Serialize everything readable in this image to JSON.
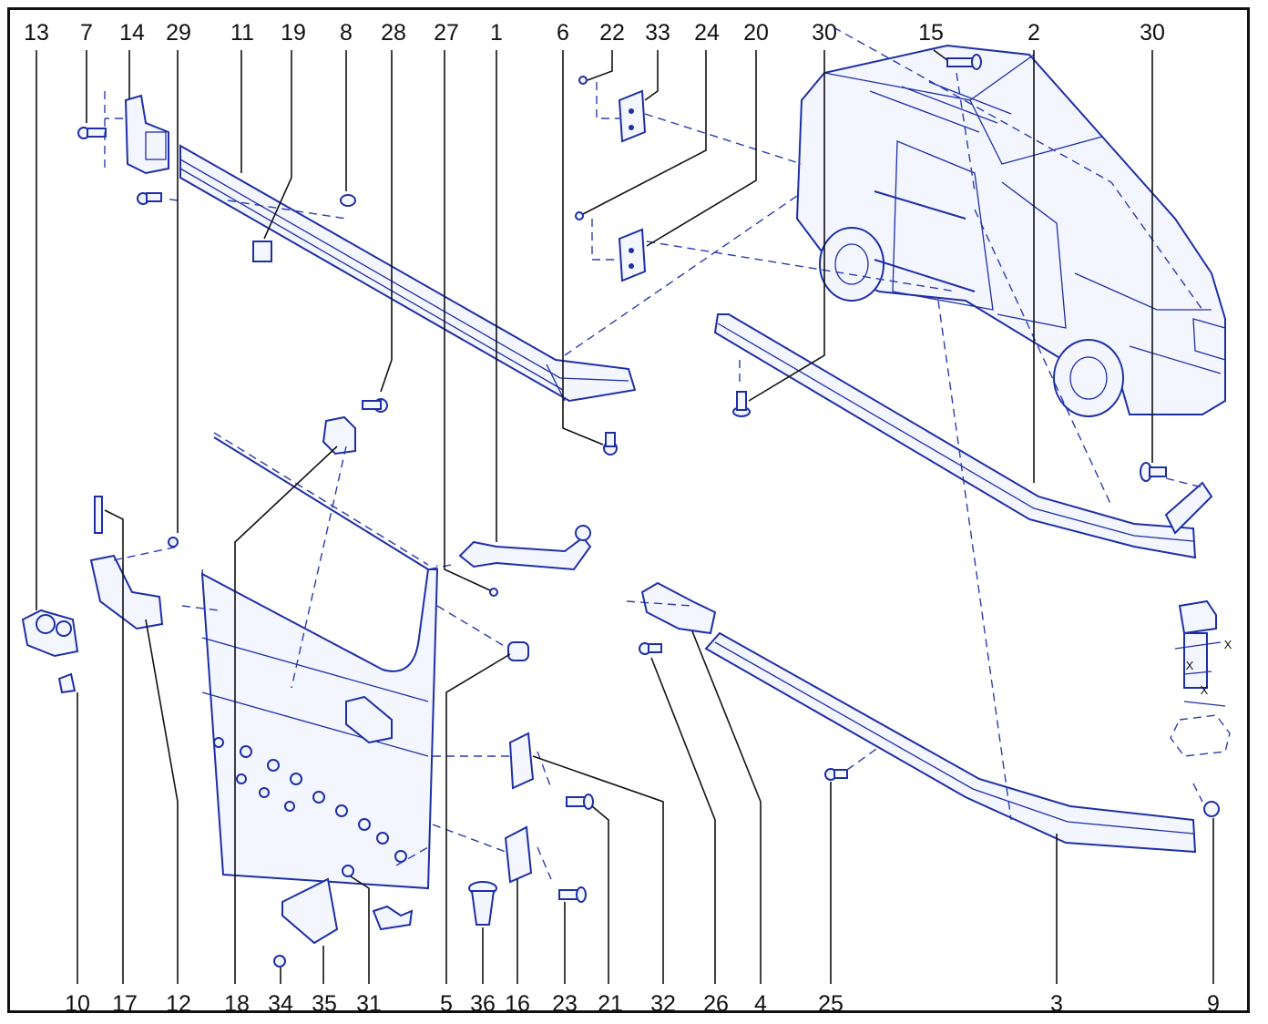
{
  "frame_color": "#111111",
  "line_color": "#1d2fa6",
  "top_labels": [
    "13",
    "7",
    "14",
    "29",
    "11",
    "19",
    "8",
    "28",
    "27",
    "1",
    "6",
    "22",
    "33",
    "24",
    "20",
    "30",
    "15",
    "2",
    "30"
  ],
  "bottom_labels": [
    "10",
    "17",
    "12",
    "18",
    "34",
    "35",
    "31",
    "5",
    "36",
    "16",
    "23",
    "21",
    "32",
    "26",
    "4",
    "25",
    "3",
    "9"
  ],
  "detail_labels": [
    "X",
    "X",
    "X"
  ]
}
